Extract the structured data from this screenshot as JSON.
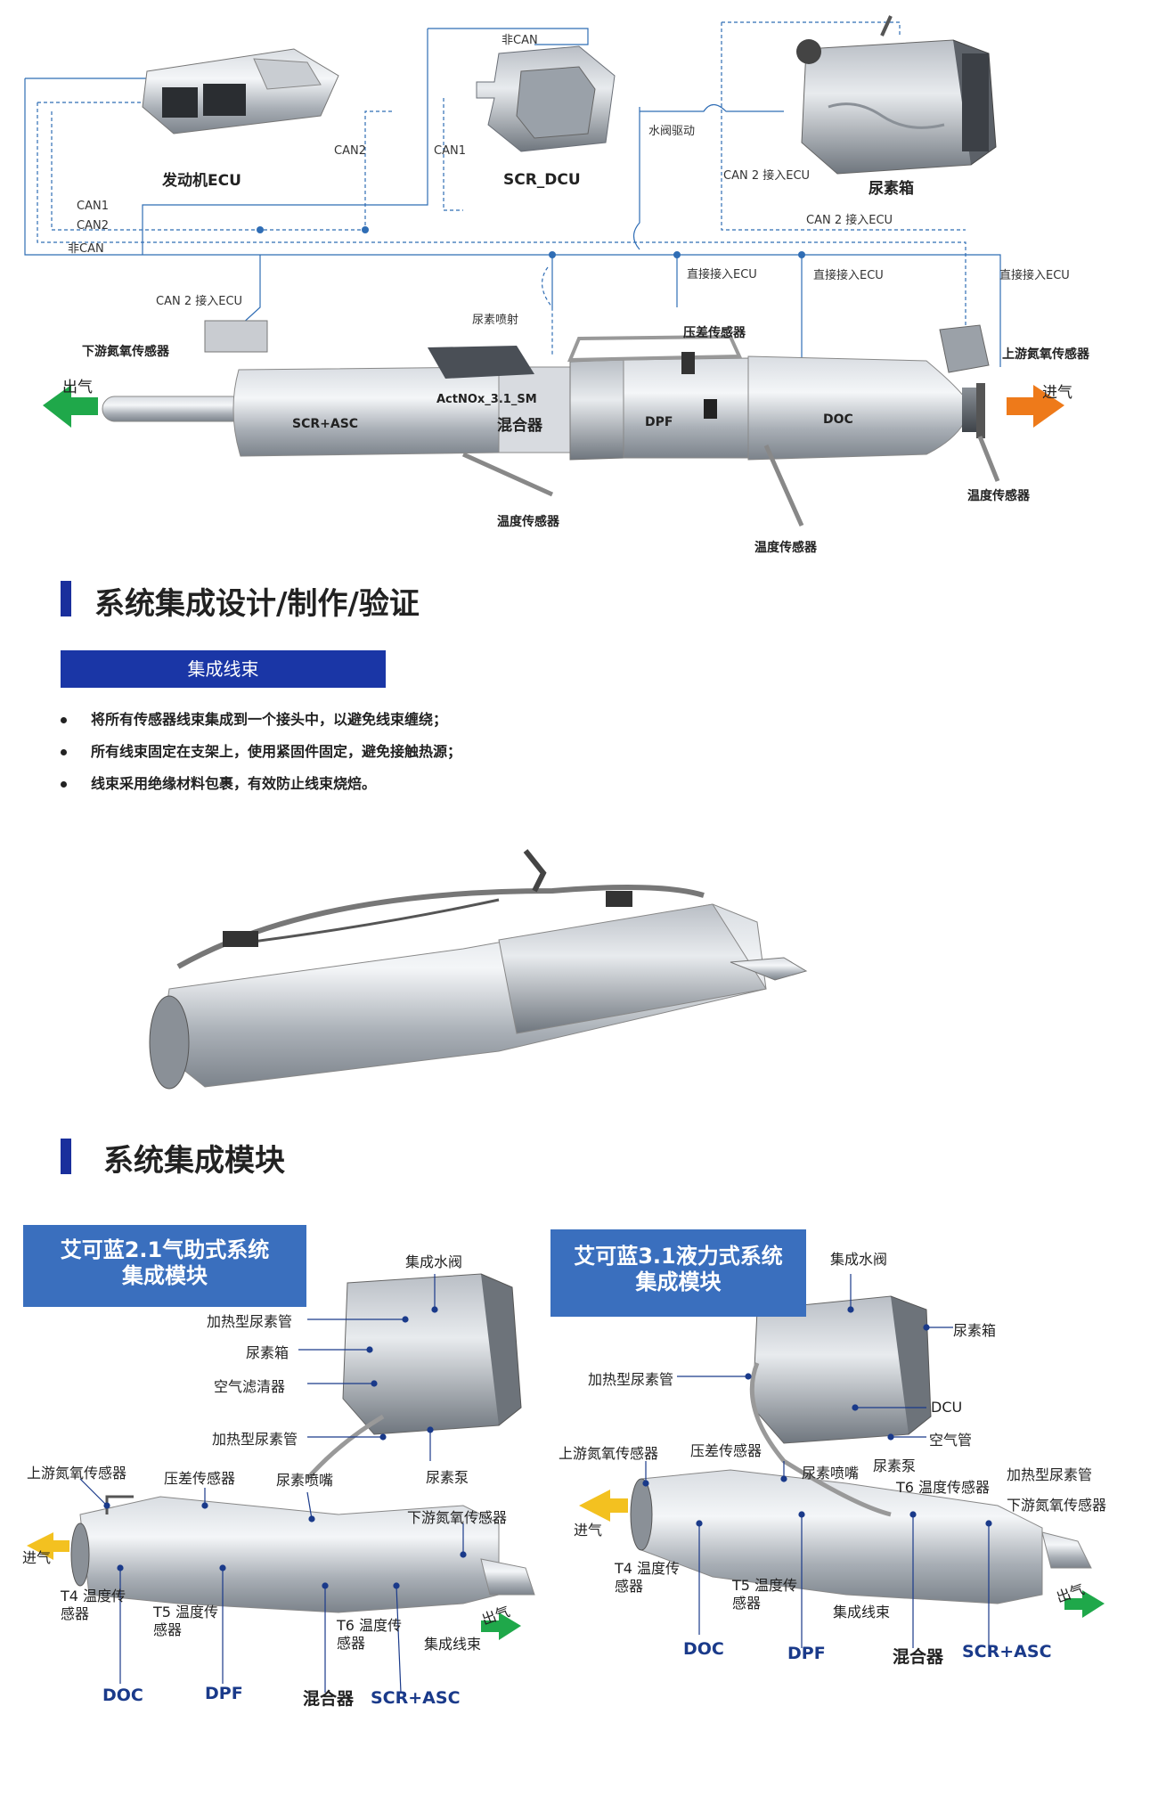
{
  "top_diagram": {
    "engine_ecu": "发动机ECU",
    "scr_dcu": "SCR_DCU",
    "urea_tank": "尿素箱",
    "non_can_top": "非CAN",
    "can2": "CAN2",
    "can1": "CAN1",
    "water_valve": "水阀驱动",
    "can2_to_ecu_tank": "CAN 2 接入ECU",
    "can1_line": "CAN1",
    "can2_line": "CAN2",
    "non_can_line": "非CAN",
    "can2_to_ecu_right": "CAN 2 接入ECU",
    "can2_to_ecu_left": "CAN 2 接入ECU",
    "direct_ecu_1": "直接接入ECU",
    "direct_ecu_2": "直接接入ECU",
    "direct_ecu_3": "直接接入ECU",
    "urea_injection": "尿素喷射",
    "diff_pressure": "压差传感器",
    "downstream_nox": "下游氮氧传感器",
    "upstream_nox": "上游氮氧传感器",
    "outlet": "出气",
    "inlet": "进气",
    "scr_asc": "SCR+ASC",
    "actnox": "ActNOx_3.1_SM",
    "mixer": "混合器",
    "dpf": "DPF",
    "doc": "DOC",
    "temp_sensor_1": "温度传感器",
    "temp_sensor_2": "温度传感器",
    "temp_sensor_3": "温度传感器",
    "colors": {
      "outlet_arrow": "#1fa84a",
      "inlet_arrow": "#ee7a1a",
      "line": "#2f6db5"
    }
  },
  "section1": {
    "title": "系统集成设计/制作/验证",
    "subheading": "集成线束",
    "bullets": [
      "将所有传感器线束集成到一个接头中，以避免线束缠绕；",
      "所有线束固定在支架上，使用紧固件固定，避免接触热源；",
      "线束采用绝缘材料包裹，有效防止线束烧焙。"
    ]
  },
  "section2": {
    "title": "系统集成模块",
    "module_a": {
      "title": "艾可蓝2.1气助式系统\n集成模块",
      "labels": {
        "water_valve": "集成水阀",
        "heated_pipe_top": "加热型尿素管",
        "urea_tank": "尿素箱",
        "air_filter": "空气滤清器",
        "heated_pipe": "加热型尿素管",
        "urea_pump": "尿素泵",
        "upstream_nox": "上游氮氧传感器",
        "diff_pressure": "压差传感器",
        "urea_nozzle": "尿素喷嘴",
        "downstream_nox": "下游氮氧传感器",
        "inlet": "进气",
        "t4": "T4 温度传\n感器",
        "t5": "T5 温度传\n感器",
        "t6": "T6 温度传\n感器",
        "harness": "集成线束",
        "outlet": "出气",
        "doc": "DOC",
        "dpf": "DPF",
        "mixer": "混合器",
        "scr_asc": "SCR+ASC"
      }
    },
    "module_b": {
      "title": "艾可蓝3.1液力式系统\n集成模块",
      "labels": {
        "water_valve": "集成水阀",
        "urea_tank": "尿素箱",
        "heated_pipe": "加热型尿素管",
        "dcu": "DCU",
        "air_pipe": "空气管",
        "upstream_nox": "上游氮氧传感器",
        "diff_pressure": "压差传感器",
        "urea_pump": "尿素泵",
        "urea_nozzle": "尿素喷嘴",
        "t6": "T6 温度传感器",
        "heated_pipe_right": "加热型尿素管",
        "downstream_nox": "下游氮氧传感器",
        "inlet": "进气",
        "t4": "T4 温度传\n感器",
        "t5": "T5 温度传\n感器",
        "harness": "集成线束",
        "outlet": "出气",
        "doc": "DOC",
        "dpf": "DPF",
        "mixer": "混合器",
        "scr_asc": "SCR+ASC"
      }
    }
  }
}
